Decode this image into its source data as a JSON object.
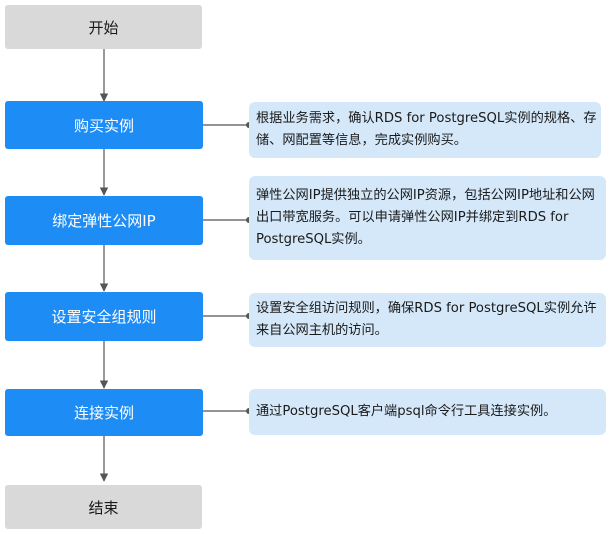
{
  "flow": {
    "start": "开始",
    "end": "结束",
    "steps": [
      {
        "label": "购买实例",
        "note": "根据业务需求，确认RDS for PostgreSQL实例的规格、存储、网配置等信息，完成实例购买。"
      },
      {
        "label": "绑定弹性公网IP",
        "note": "弹性公网IP提供独立的公网IP资源，包括公网IP地址和公网出口带宽服务。可以申请弹性公网IP并绑定到RDS for PostgreSQL实例。"
      },
      {
        "label": "设置安全组规则",
        "note": "设置安全组访问规则，确保RDS for PostgreSQL实例允许来自公网主机的访问。"
      },
      {
        "label": "连接实例",
        "note": "通过PostgreSQL客户端psql命令行工具连接实例。"
      }
    ]
  },
  "colors": {
    "step_fill": "#1e8cf5",
    "terminal_fill": "#d9d9d9",
    "note_fill": "#d4e8fa",
    "connector": "#555555"
  }
}
